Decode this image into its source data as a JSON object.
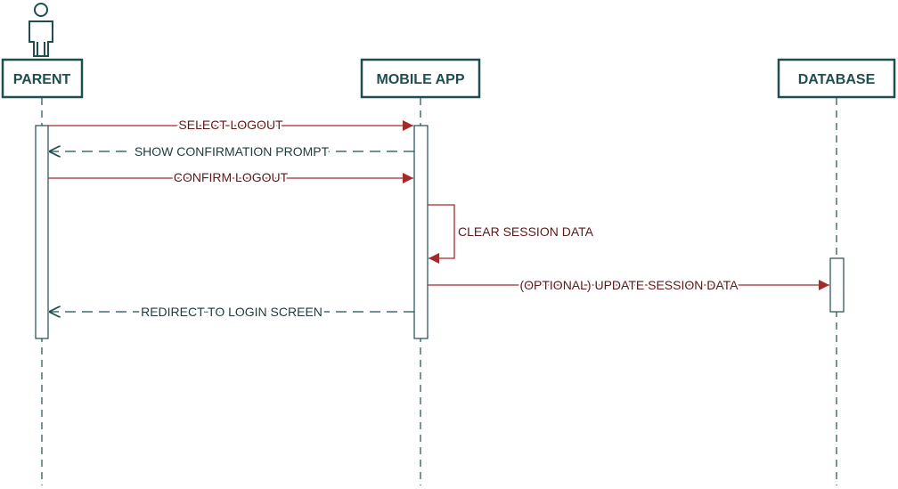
{
  "colors": {
    "structure": "#1f4e4f",
    "message": "#a52a2a",
    "label": "#5a1a1a"
  },
  "participants": [
    {
      "id": "parent",
      "label": "PARENT",
      "kind": "actor"
    },
    {
      "id": "app",
      "label": "MOBILE APP",
      "kind": "object"
    },
    {
      "id": "db",
      "label": "DATABASE",
      "kind": "object"
    }
  ],
  "messages": [
    {
      "from": "parent",
      "to": "app",
      "label": "SELECT LOGOUT",
      "style": "call"
    },
    {
      "from": "app",
      "to": "parent",
      "label": "SHOW CONFIRMATION PROMPT",
      "style": "return"
    },
    {
      "from": "parent",
      "to": "app",
      "label": "CONFIRM LOGOUT",
      "style": "call"
    },
    {
      "from": "app",
      "to": "app",
      "label": "CLEAR SESSION DATA",
      "style": "self"
    },
    {
      "from": "app",
      "to": "db",
      "label": "(OPTIONAL) UPDATE SESSION DATA",
      "style": "call"
    },
    {
      "from": "app",
      "to": "parent",
      "label": "REDIRECT TO LOGIN SCREEN",
      "style": "return"
    }
  ]
}
